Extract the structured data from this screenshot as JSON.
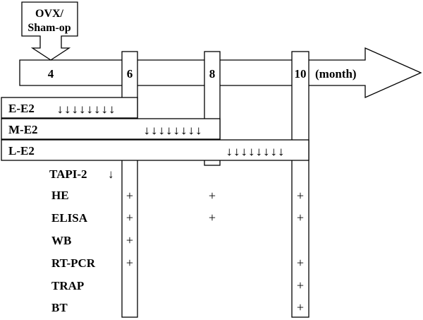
{
  "surgery_label_line1": "OVX/",
  "surgery_label_line2": "Sham-op",
  "timeline": {
    "months": [
      "4",
      "6",
      "8",
      "10"
    ],
    "unit": "(month)"
  },
  "groups": [
    {
      "label": "E-E2",
      "arrows": "↓↓↓↓↓↓↓↓"
    },
    {
      "label": "M-E2",
      "arrows": "↓↓↓↓↓↓↓↓"
    },
    {
      "label": "L-E2",
      "arrows": "↓↓↓↓↓↓↓↓"
    }
  ],
  "tapi": {
    "label": "TAPI-2",
    "arrow": "↓"
  },
  "assays": [
    {
      "label": "HE",
      "m6": "+",
      "m8": "+",
      "m10": "+"
    },
    {
      "label": "ELISA",
      "m6": "+",
      "m8": "+",
      "m10": "+"
    },
    {
      "label": "WB",
      "m6": "+",
      "m8": "",
      "m10": ""
    },
    {
      "label": "RT-PCR",
      "m6": "+",
      "m8": "",
      "m10": "+"
    },
    {
      "label": "TRAP",
      "m6": "",
      "m8": "",
      "m10": "+"
    },
    {
      "label": "BT",
      "m6": "",
      "m8": "",
      "m10": "+"
    }
  ]
}
